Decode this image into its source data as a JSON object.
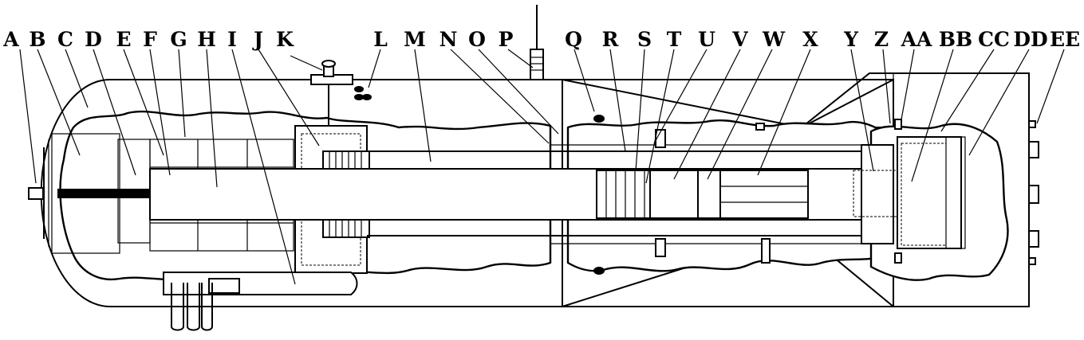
{
  "labels": [
    "A",
    "B",
    "C",
    "D",
    "E",
    "F",
    "G",
    "H",
    "I",
    "J",
    "K",
    "L",
    "M",
    "N",
    "O",
    "P",
    "Q",
    "R",
    "S",
    "T",
    "U",
    "V",
    "W",
    "X",
    "Y",
    "Z",
    "AA",
    "BB",
    "CC",
    "DD",
    "EE"
  ],
  "colors": {
    "ink": "#000000",
    "paper": "#ffffff"
  }
}
